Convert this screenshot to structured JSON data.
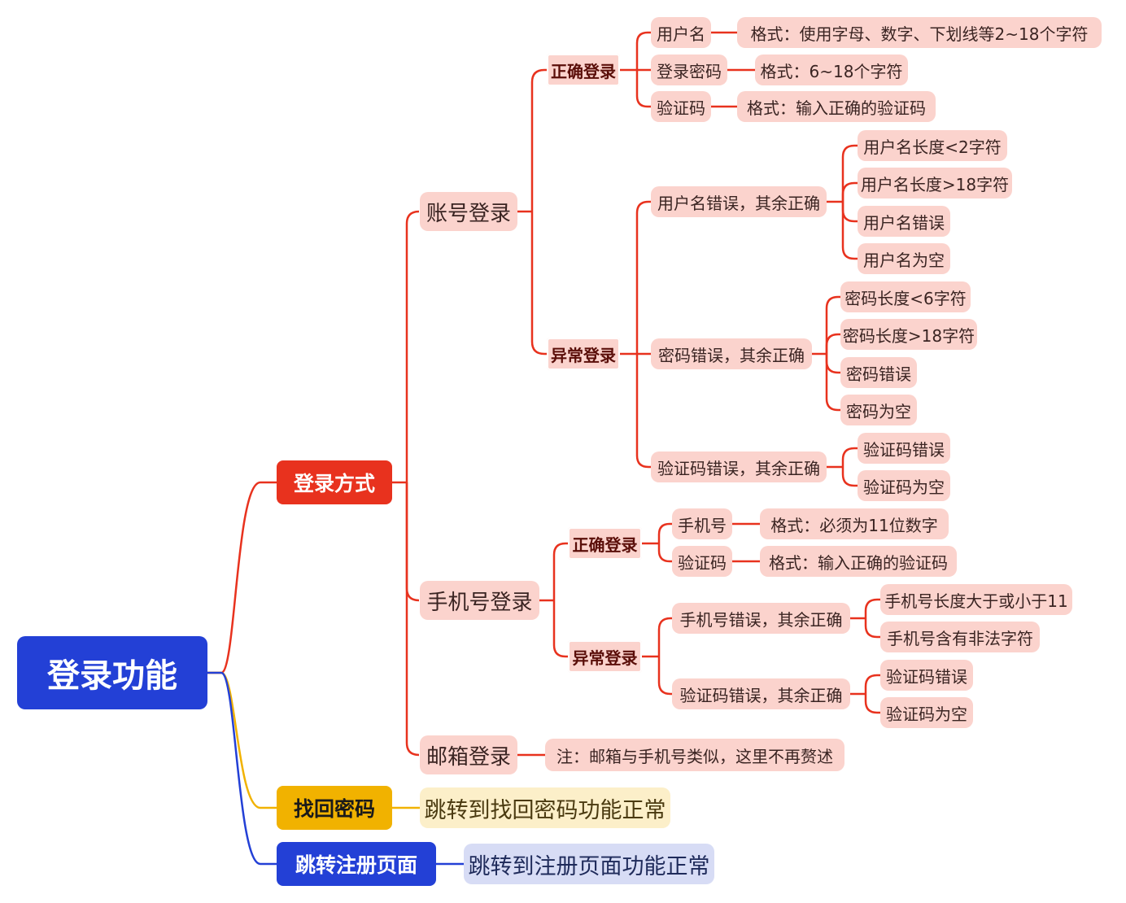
{
  "root": "登录功能",
  "branches": {
    "login_method": "登录方式",
    "forgot_password": "找回密码",
    "register": "跳转注册页面"
  },
  "account_login": {
    "label": "账号登录",
    "correct": {
      "label": "正确登录",
      "username": "用户名",
      "username_format": "格式：使用字母、数字、下划线等2~18个字符",
      "password": "登录密码",
      "password_format": "格式：6~18个字符",
      "captcha": "验证码",
      "captcha_format": "格式：输入正确的验证码"
    },
    "abnormal": {
      "label": "异常登录",
      "username_error": {
        "label": "用户名错误，其余正确",
        "items": [
          "用户名长度<2字符",
          "用户名长度>18字符",
          "用户名错误",
          "用户名为空"
        ]
      },
      "password_error": {
        "label": "密码错误，其余正确",
        "items": [
          "密码长度<6字符",
          "密码长度>18字符",
          "密码错误",
          "密码为空"
        ]
      },
      "captcha_error": {
        "label": "验证码错误，其余正确",
        "items": [
          "验证码错误",
          "验证码为空"
        ]
      }
    }
  },
  "phone_login": {
    "label": "手机号登录",
    "correct": {
      "label": "正确登录",
      "phone": "手机号",
      "phone_format": "格式：必须为11位数字",
      "captcha": "验证码",
      "captcha_format": "格式：输入正确的验证码"
    },
    "abnormal": {
      "label": "异常登录",
      "phone_error": {
        "label": "手机号错误，其余正确",
        "items": [
          "手机号长度大于或小于11",
          "手机号含有非法字符"
        ]
      },
      "captcha_error": {
        "label": "验证码错误，其余正确",
        "items": [
          "验证码错误",
          "验证码为空"
        ]
      }
    }
  },
  "email_login": {
    "label": "邮箱登录",
    "note": "注：邮箱与手机号类似，这里不再赘述"
  },
  "forgot_password_result": "跳转到找回密码功能正常",
  "register_result": "跳转到注册页面功能正常",
  "colors": {
    "root": "#2340d6",
    "login_branch": "#e8321e",
    "forgot_branch": "#f1b200",
    "register_branch": "#2340d6",
    "pink_node": "#fbd3cd"
  }
}
